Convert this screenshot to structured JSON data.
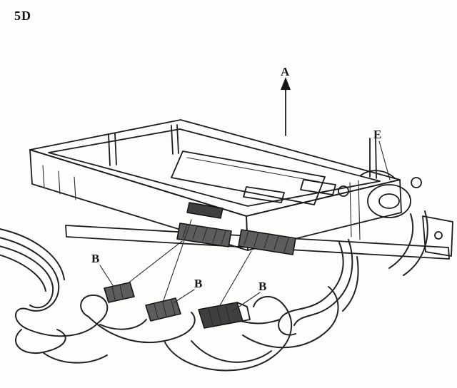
{
  "figure": {
    "page_ref": "5D",
    "callouts": {
      "a": "A",
      "e": "E",
      "b1": "B",
      "b2": "B",
      "b3": "B"
    }
  }
}
